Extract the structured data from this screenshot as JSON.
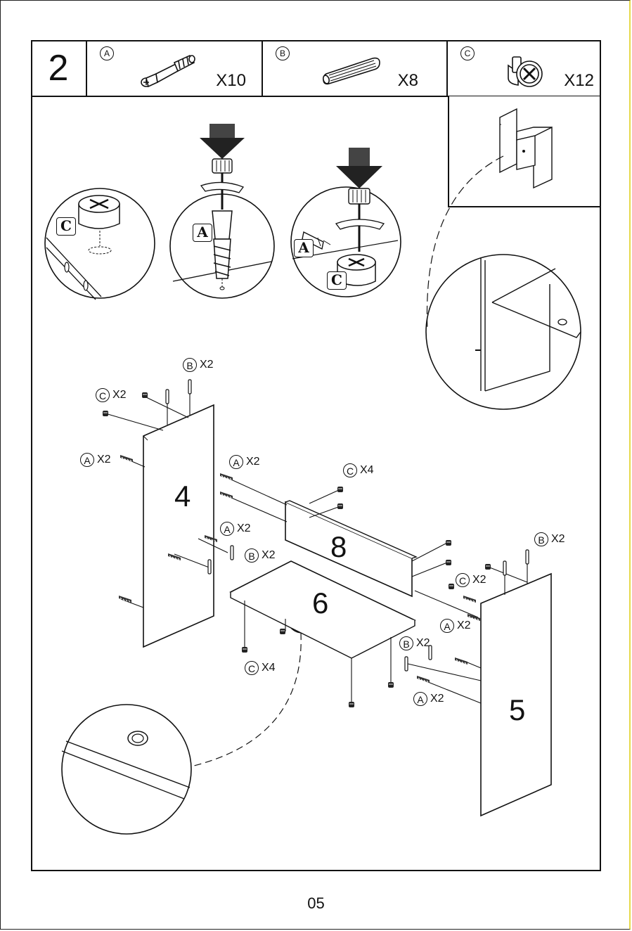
{
  "step": "2",
  "parts": [
    {
      "letter": "A",
      "quantity": "X10",
      "icon": "cam-bolt-icon"
    },
    {
      "letter": "B",
      "quantity": "X8",
      "icon": "wooden-dowel-icon"
    },
    {
      "letter": "C",
      "quantity": "X12",
      "icon": "cam-lock-icon"
    }
  ],
  "detail_tags": {
    "c1": "C",
    "a1": "A",
    "a2": "A",
    "c2": "C"
  },
  "panels": {
    "left": "4",
    "back": "8",
    "shelf": "6",
    "right": "5"
  },
  "callouts": [
    {
      "letter": "B",
      "qty": "X2"
    },
    {
      "letter": "C",
      "qty": "X2"
    },
    {
      "letter": "A",
      "qty": "X2"
    },
    {
      "letter": "A",
      "qty": "X2"
    },
    {
      "letter": "C",
      "qty": "X4"
    },
    {
      "letter": "A",
      "qty": "X2"
    },
    {
      "letter": "B",
      "qty": "X2"
    },
    {
      "letter": "B",
      "qty": "X2"
    },
    {
      "letter": "C",
      "qty": "X2"
    },
    {
      "letter": "A",
      "qty": "X2"
    },
    {
      "letter": "B",
      "qty": "X2"
    },
    {
      "letter": "C",
      "qty": "X4"
    },
    {
      "letter": "A",
      "qty": "X2"
    }
  ],
  "page_number": "05"
}
